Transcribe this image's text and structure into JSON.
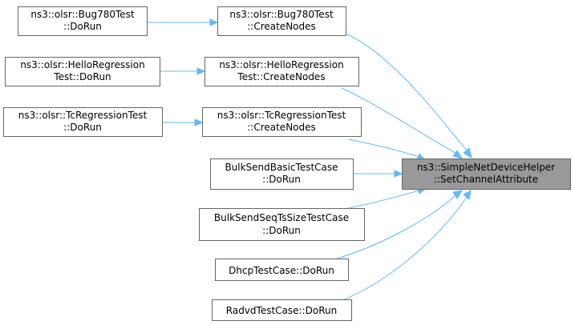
{
  "diagram": {
    "target": {
      "line1": "ns3::SimpleNetDeviceHelper",
      "line2": "::SetChannelAttribute"
    },
    "callers": [
      {
        "line1": "ns3::olsr::Bug780Test",
        "line2": "::DoRun"
      },
      {
        "line1": "ns3::olsr::Bug780Test",
        "line2": "::CreateNodes"
      },
      {
        "line1": "ns3::olsr::HelloRegression",
        "line2": "Test::DoRun"
      },
      {
        "line1": "ns3::olsr::HelloRegression",
        "line2": "Test::CreateNodes"
      },
      {
        "line1": "ns3::olsr::TcRegressionTest",
        "line2": "::DoRun"
      },
      {
        "line1": "ns3::olsr::TcRegressionTest",
        "line2": "::CreateNodes"
      },
      {
        "line1": "BulkSendBasicTestCase",
        "line2": "::DoRun"
      },
      {
        "line1": "BulkSendSeqTsSizeTestCase",
        "line2": "::DoRun"
      },
      {
        "line1": "DhcpTestCase::DoRun"
      },
      {
        "line1": "RadvdTestCase::DoRun"
      }
    ],
    "colors": {
      "edge": "#63b8ff",
      "node_border": "#666666",
      "target_fill": "#999999"
    }
  }
}
